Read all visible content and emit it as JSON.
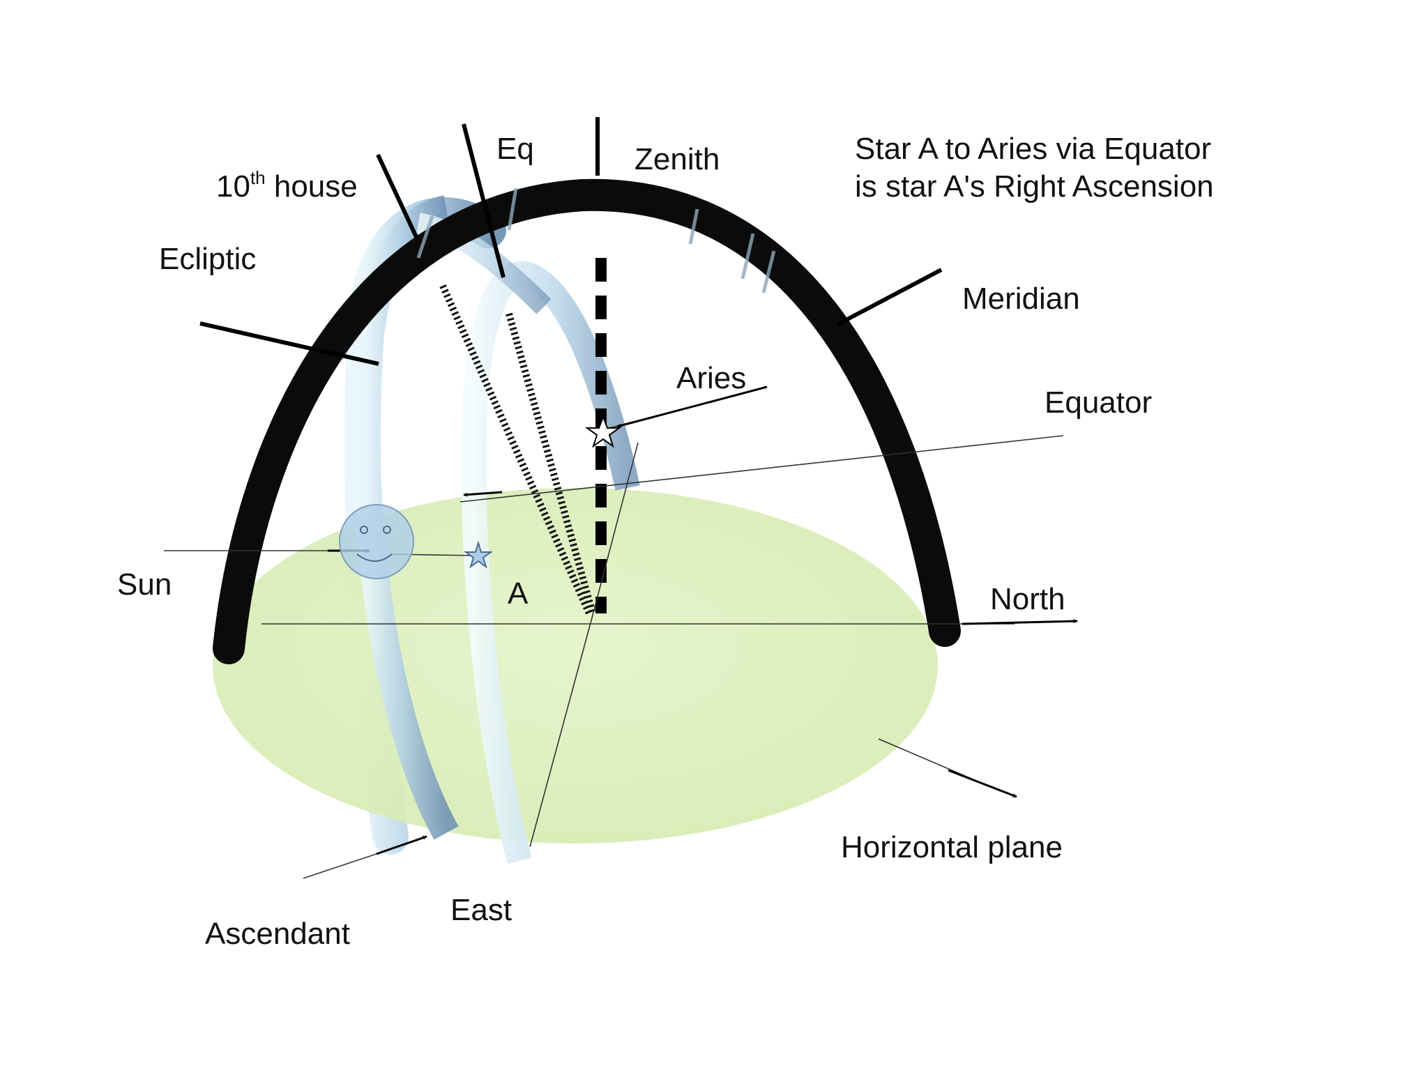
{
  "labels": {
    "tenth_house": "10",
    "tenth_house_sup": "th",
    "tenth_house_word": " house",
    "eq": "Eq",
    "zenith": "Zenith",
    "caption_line1": "Star A to Aries via Equator",
    "caption_line2": "is star A's Right Ascension",
    "ecliptic": "Ecliptic",
    "meridian": "Meridian",
    "aries": "Aries",
    "equator": "Equator",
    "sun": "Sun",
    "star_a": "A",
    "north": "North",
    "horizontal_plane": "Horizontal plane",
    "ascendant": "Ascendant",
    "east": "East"
  },
  "colors": {
    "meridian_band": "#0b0b0b",
    "equator_band": "#a9c4dc",
    "ecliptic_band": "#bcd8ea",
    "horizontal_plane": "#dff0bf",
    "sun_disc": "#aecde8",
    "arrow": "#000000"
  }
}
